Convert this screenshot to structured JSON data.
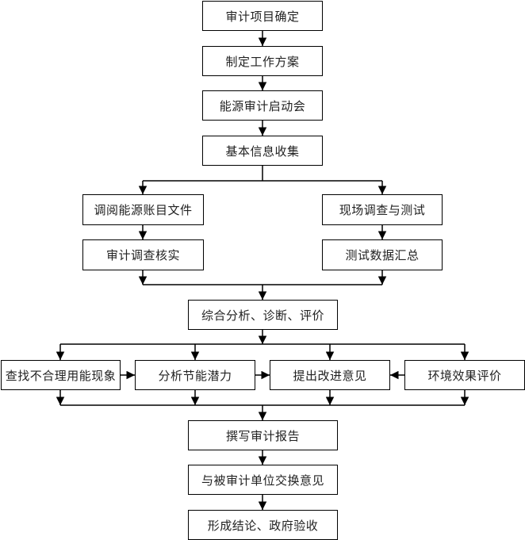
{
  "diagram": {
    "type": "flowchart",
    "language": "zh-CN",
    "nodes": [
      {
        "id": "n1",
        "label": "审计项目确定"
      },
      {
        "id": "n2",
        "label": "制定工作方案"
      },
      {
        "id": "n3",
        "label": "能源审计启动会"
      },
      {
        "id": "n4",
        "label": "基本信息收集"
      },
      {
        "id": "n5",
        "label": "调阅能源账目文件"
      },
      {
        "id": "n6",
        "label": "审计调查核实"
      },
      {
        "id": "n7",
        "label": "现场调查与测试"
      },
      {
        "id": "n8",
        "label": "测试数据汇总"
      },
      {
        "id": "n9",
        "label": "综合分析、诊断、评价"
      },
      {
        "id": "n10",
        "label": "查找不合理用能现象"
      },
      {
        "id": "n11",
        "label": "分析节能潜力"
      },
      {
        "id": "n12",
        "label": "提出改进意见"
      },
      {
        "id": "n13",
        "label": "环境效果评价"
      },
      {
        "id": "n14",
        "label": "撰写审计报告"
      },
      {
        "id": "n15",
        "label": "与被审计单位交换意见"
      },
      {
        "id": "n16",
        "label": "形成结论、政府验收"
      }
    ],
    "edges": [
      {
        "from": "n1",
        "to": "n2"
      },
      {
        "from": "n2",
        "to": "n3"
      },
      {
        "from": "n3",
        "to": "n4"
      },
      {
        "from": "n4",
        "to": "n5"
      },
      {
        "from": "n4",
        "to": "n7"
      },
      {
        "from": "n5",
        "to": "n6"
      },
      {
        "from": "n7",
        "to": "n8"
      },
      {
        "from": "n6",
        "to": "n9"
      },
      {
        "from": "n8",
        "to": "n9"
      },
      {
        "from": "n9",
        "to": "n10"
      },
      {
        "from": "n9",
        "to": "n11"
      },
      {
        "from": "n9",
        "to": "n12"
      },
      {
        "from": "n9",
        "to": "n13"
      },
      {
        "from": "n10",
        "to": "n11"
      },
      {
        "from": "n11",
        "to": "n12"
      },
      {
        "from": "n13",
        "to": "n12"
      },
      {
        "from": "n10",
        "to": "n14"
      },
      {
        "from": "n11",
        "to": "n14"
      },
      {
        "from": "n12",
        "to": "n14"
      },
      {
        "from": "n13",
        "to": "n14"
      },
      {
        "from": "n14",
        "to": "n15"
      },
      {
        "from": "n15",
        "to": "n16"
      }
    ]
  }
}
